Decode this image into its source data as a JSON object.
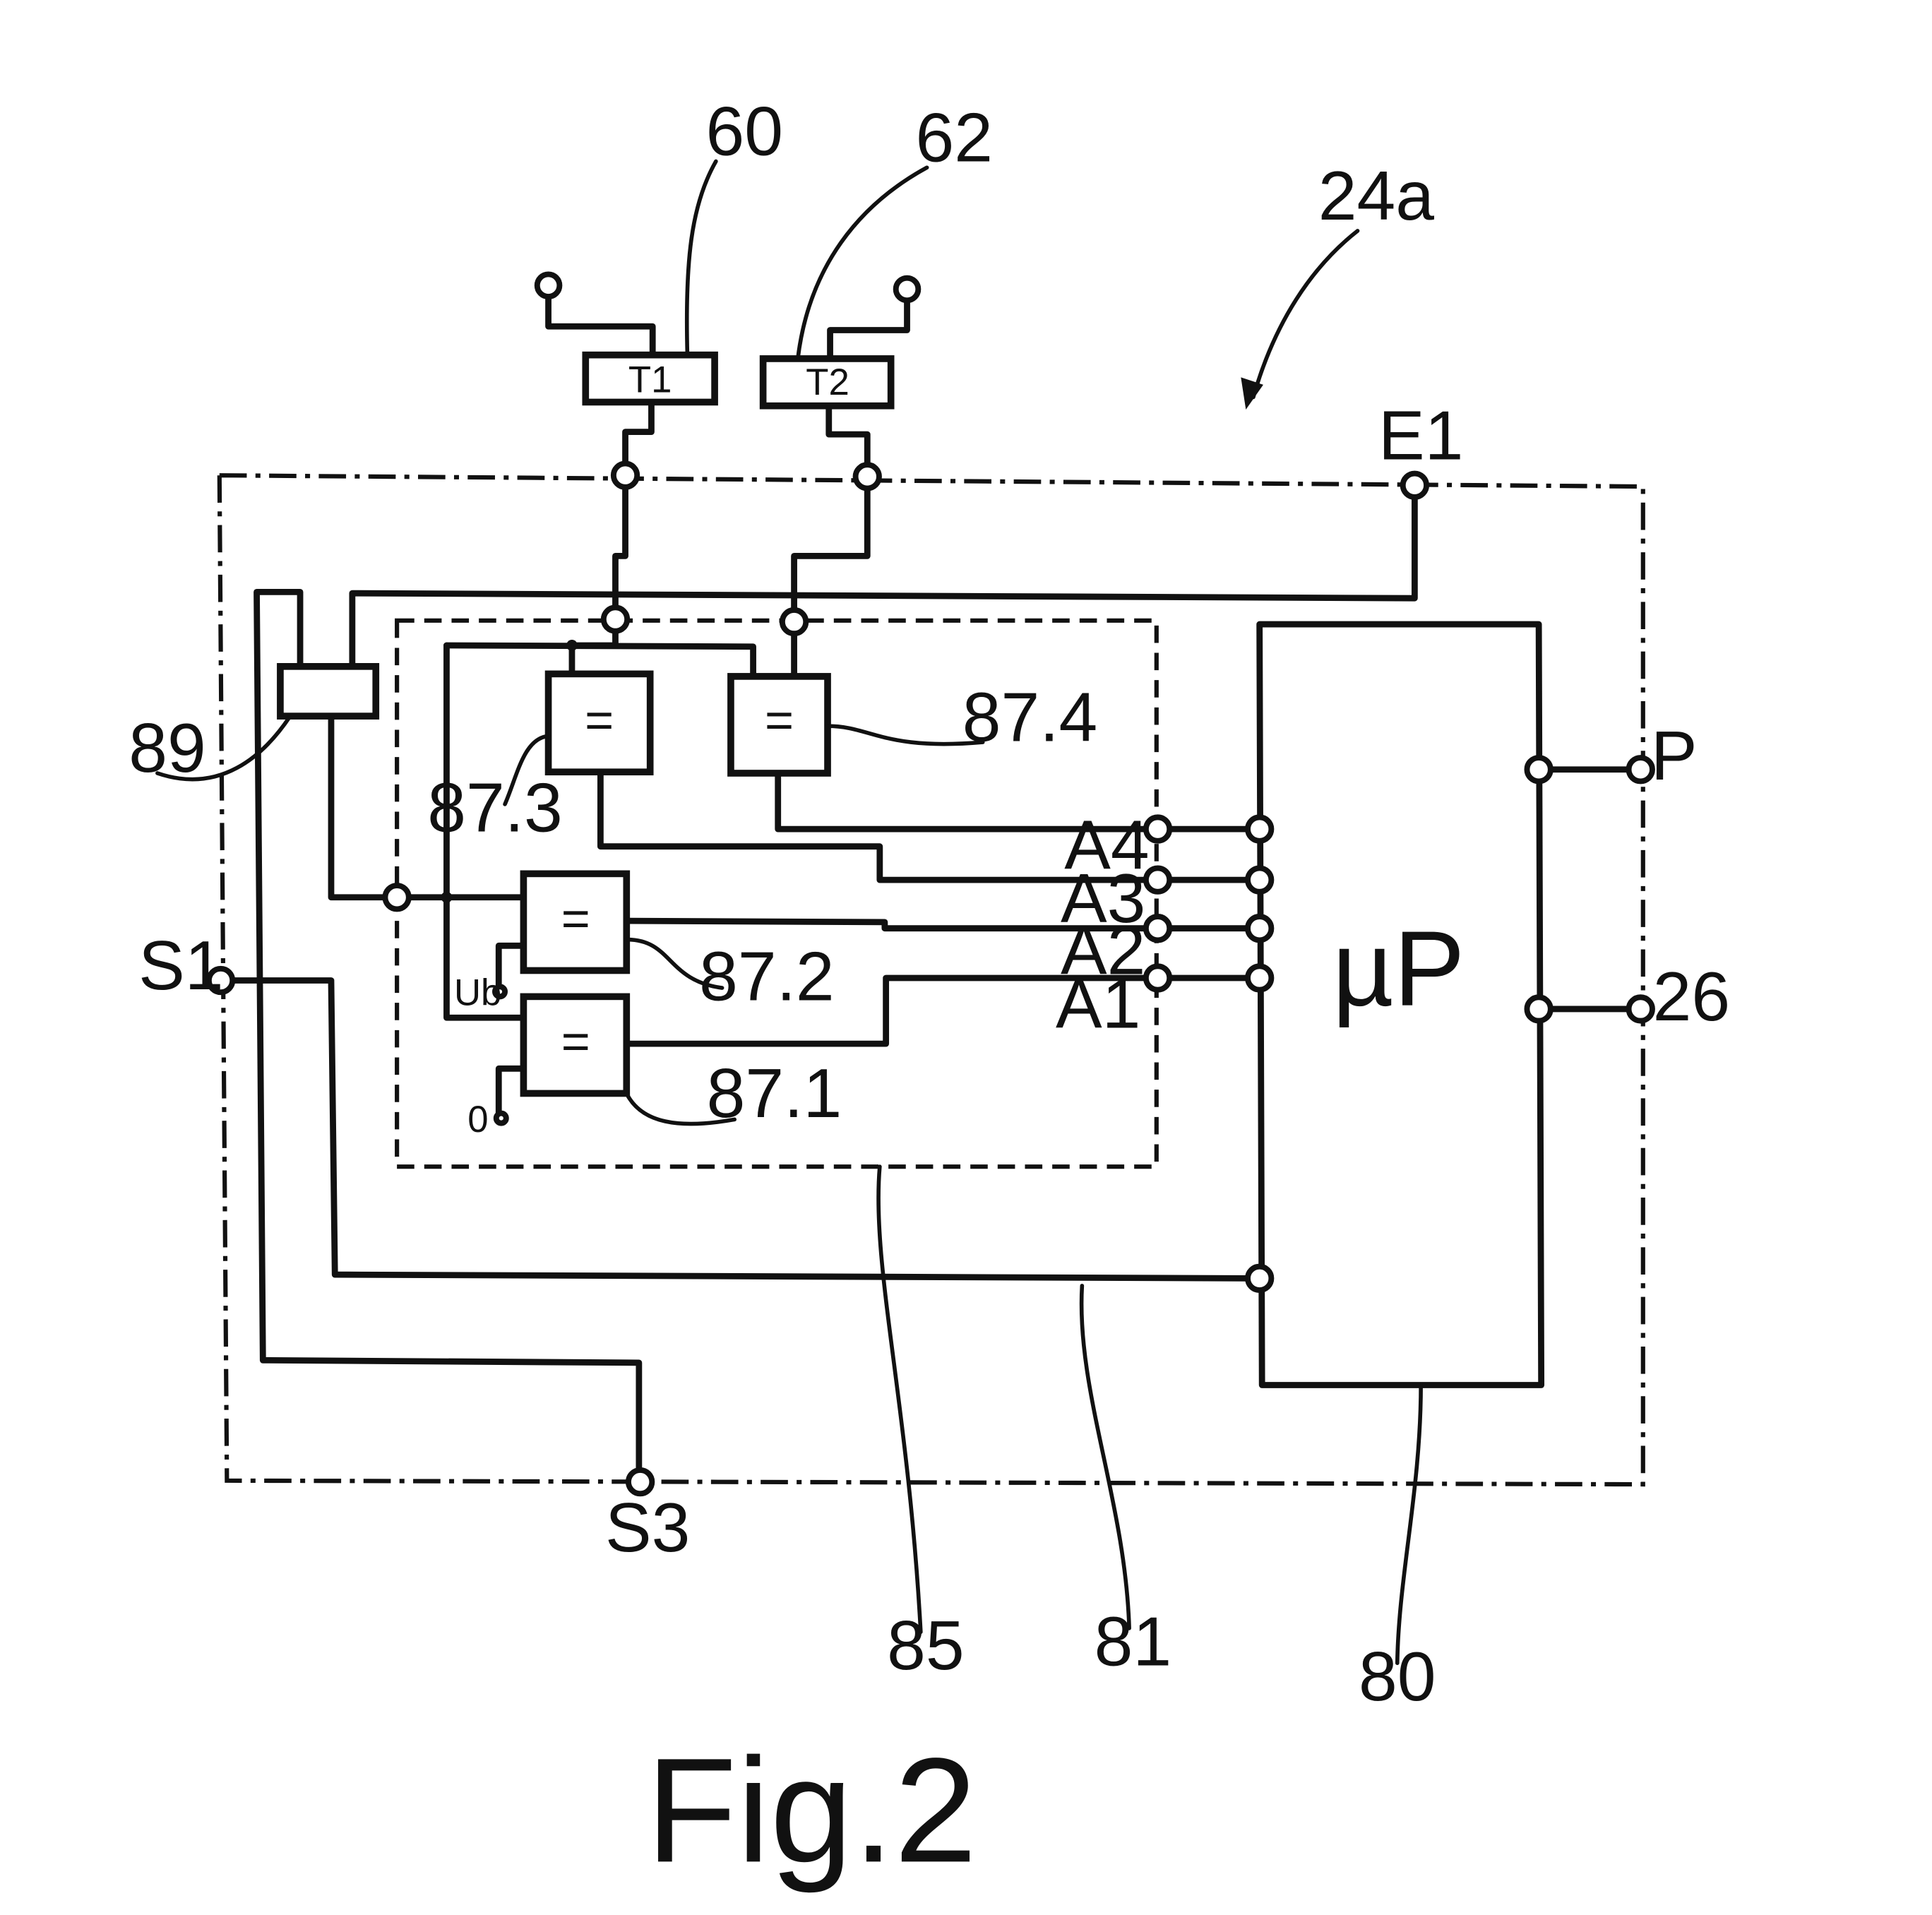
{
  "figure": {
    "caption": "Fig.2",
    "ref_24a": "24a",
    "ref_60": "60",
    "ref_62": "62",
    "ref_89": "89",
    "ref_85": "85",
    "ref_81": "81",
    "ref_80": "80"
  },
  "components": {
    "t1": "T1",
    "t2": "T2",
    "microprocessor": "µP",
    "comparators": [
      {
        "ref": "87.1",
        "symbol": "="
      },
      {
        "ref": "87.2",
        "symbol": "="
      },
      {
        "ref": "87.3",
        "symbol": "="
      },
      {
        "ref": "87.4",
        "symbol": "="
      }
    ],
    "ref_voltage_ub": "Ub",
    "ref_voltage_zero": "0"
  },
  "terminals": {
    "e1": "E1",
    "p": "P",
    "t26": "26",
    "s1": "S1",
    "s3": "S3",
    "a1": "A1",
    "a2": "A2",
    "a3": "A3",
    "a4": "A4"
  }
}
